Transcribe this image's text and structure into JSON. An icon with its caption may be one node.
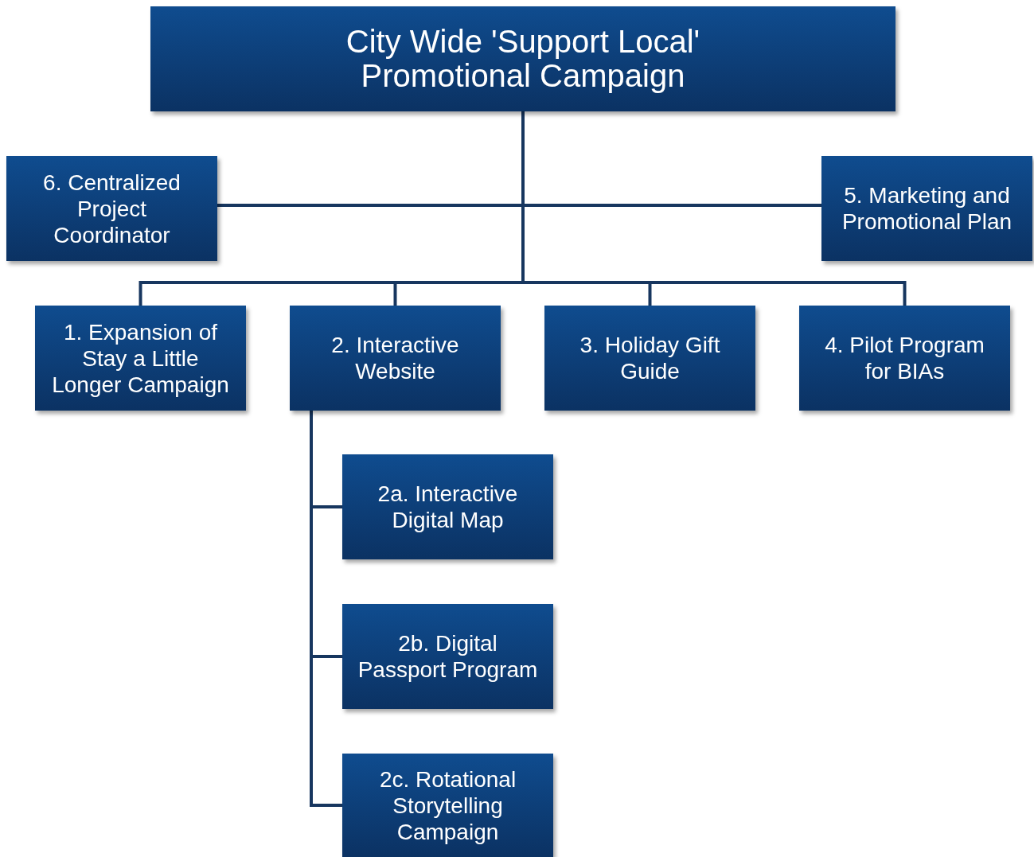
{
  "diagram": {
    "nodes": [
      {
        "text": [
          "City Wide 'Support Local' Promotional Campaign"
        ]
      },
      {
        "text": [
          "6. Centralized Project Coordinator"
        ]
      },
      {
        "text": [
          "5. Marketing and Promotional Plan"
        ]
      },
      {
        "text": [
          "1. Expansion of Stay a Little Longer Campaign"
        ]
      },
      {
        "text": [
          "2. Interactive Website"
        ]
      },
      {
        "text": [
          "3. Holiday Gift Guide"
        ]
      },
      {
        "text": [
          "4. Pilot Program for BIAs"
        ]
      },
      {
        "text": [
          "2a. Interactive Digital Map"
        ]
      },
      {
        "text": [
          "2b. Digital Passport Program"
        ]
      },
      {
        "text": [
          "2c. Rotational Storytelling Campaign"
        ]
      }
    ],
    "edges": [
      {
        "from": 0,
        "to": 1,
        "arrow": "none"
      },
      {
        "from": 0,
        "to": 2,
        "arrow": "none"
      },
      {
        "from": 0,
        "to": 3,
        "arrow": "none"
      },
      {
        "from": 0,
        "to": 4,
        "arrow": "none"
      },
      {
        "from": 0,
        "to": 5,
        "arrow": "none"
      },
      {
        "from": 0,
        "to": 6,
        "arrow": "none"
      },
      {
        "from": 4,
        "to": 7,
        "arrow": "none"
      },
      {
        "from": 4,
        "to": 8,
        "arrow": "none"
      },
      {
        "from": 4,
        "to": 9,
        "arrow": "none"
      }
    ]
  }
}
